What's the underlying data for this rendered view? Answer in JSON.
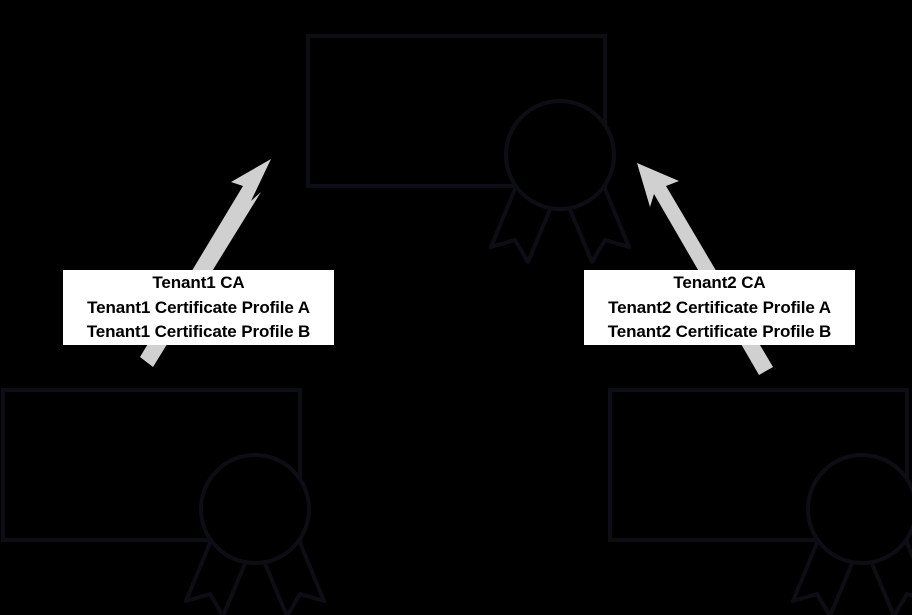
{
  "diagram": {
    "type": "multi-tenant certificate authority diagram",
    "background_color": "#000000",
    "nodes": [
      {
        "id": "root-certificate",
        "icon": "certificate-icon",
        "position": "top-center",
        "outline_color": "#0d0d14"
      },
      {
        "id": "tenant1-certificate",
        "icon": "certificate-icon",
        "position": "bottom-left",
        "outline_color": "#0d0d14"
      },
      {
        "id": "tenant2-certificate",
        "icon": "certificate-icon",
        "position": "bottom-right",
        "outline_color": "#0d0d14"
      }
    ],
    "arrows": [
      {
        "id": "arrow-tenant1-to-root",
        "from": "tenant1-certificate",
        "to": "root-certificate",
        "color": "#d0d0d0",
        "direction": "up-right"
      },
      {
        "id": "arrow-tenant2-to-root",
        "from": "tenant2-certificate",
        "to": "root-certificate",
        "color": "#d0d0d0",
        "direction": "up-left"
      }
    ],
    "labels": [
      {
        "id": "tenant1",
        "background_color": "#ffffff",
        "text_color": "#000000",
        "lines": [
          "Tenant1 CA",
          "Tenant1 Certificate Profile A",
          "Tenant1 Certificate Profile B"
        ]
      },
      {
        "id": "tenant2",
        "background_color": "#ffffff",
        "text_color": "#000000",
        "lines": [
          "Tenant2 CA",
          "Tenant2 Certificate Profile A",
          "Tenant2 Certificate Profile B"
        ]
      }
    ]
  }
}
